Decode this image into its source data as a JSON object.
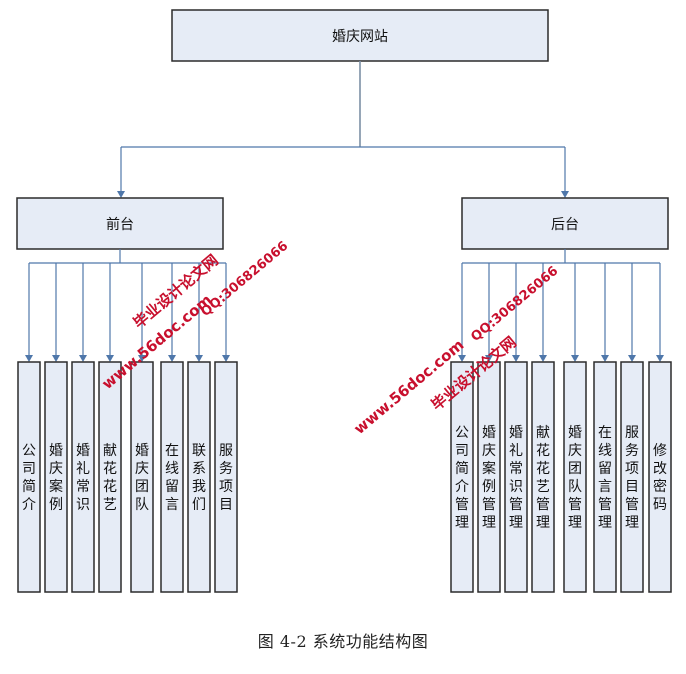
{
  "diagram": {
    "title": "婚庆网站",
    "branches": [
      {
        "label": "前台",
        "children": [
          "公司简介",
          "婚庆案例",
          "婚礼常识",
          "献花花艺",
          "婚庆团队",
          "在线留言",
          "联系我们",
          "服务项目"
        ]
      },
      {
        "label": "后台",
        "children": [
          "公司简介管理",
          "婚庆案例管理",
          "婚礼常识管理",
          "献花花艺管理",
          "婚庆团队管理",
          "在线留言管理",
          "服务项目管理",
          "修改密码"
        ]
      }
    ]
  },
  "caption": "图 4-2 系统功能结构图",
  "watermarks": {
    "site_name": "毕业设计论文网",
    "qq": "QQ:306826066",
    "url": "www.56doc.com"
  },
  "colors": {
    "box_fill": "#e6ecf6",
    "connector": "#4f77aa",
    "watermark": "#c8102e"
  }
}
